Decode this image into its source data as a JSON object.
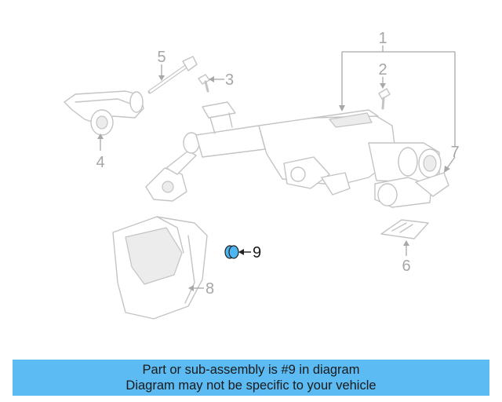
{
  "diagram": {
    "callouts": {
      "c1": "1",
      "c2": "2",
      "c3": "3",
      "c4": "4",
      "c5": "5",
      "c6": "6",
      "c7": "7",
      "c8": "8",
      "c9": "9"
    },
    "highlighted_part": "9",
    "colors": {
      "highlight_fill": "#4db6f0",
      "outline": "#c4c4c4",
      "banner": "#5cbbf3"
    }
  },
  "banner": {
    "line1": "Part or sub-assembly is #9 in diagram",
    "line2": "Diagram may not be specific to your vehicle"
  }
}
